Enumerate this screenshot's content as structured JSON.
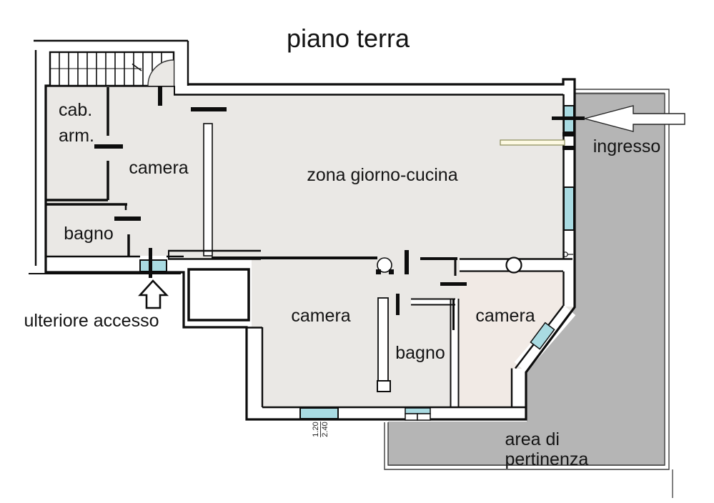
{
  "title": "piano terra",
  "rooms": [
    {
      "name": "cab-arm",
      "label": "cab.\narm."
    },
    {
      "name": "camera-nord",
      "label": "camera"
    },
    {
      "name": "bagno-nord",
      "label": "bagno"
    },
    {
      "name": "zona-giorno",
      "label": "zona giorno-cucina"
    },
    {
      "name": "camera-centro",
      "label": "camera"
    },
    {
      "name": "bagno-sud",
      "label": "bagno"
    },
    {
      "name": "camera-est",
      "label": "camera"
    }
  ],
  "annotations": {
    "ingresso": "ingresso",
    "ulteriore_accesso": "ulteriore accesso",
    "area_di_pertinenza": "area di pertinenza"
  },
  "dimension": {
    "width_m": "1.20",
    "height_m": "2.40"
  },
  "colors": {
    "room": "#eae8e5",
    "room_warm": "#f1eae5",
    "outside": "#b5b5b5",
    "window": "#a9dbe2",
    "wall": "#0d0d0d",
    "counter": "#fdf9e2",
    "counter_edge": "#8b8b57",
    "boundary": "#3d3d3d"
  }
}
